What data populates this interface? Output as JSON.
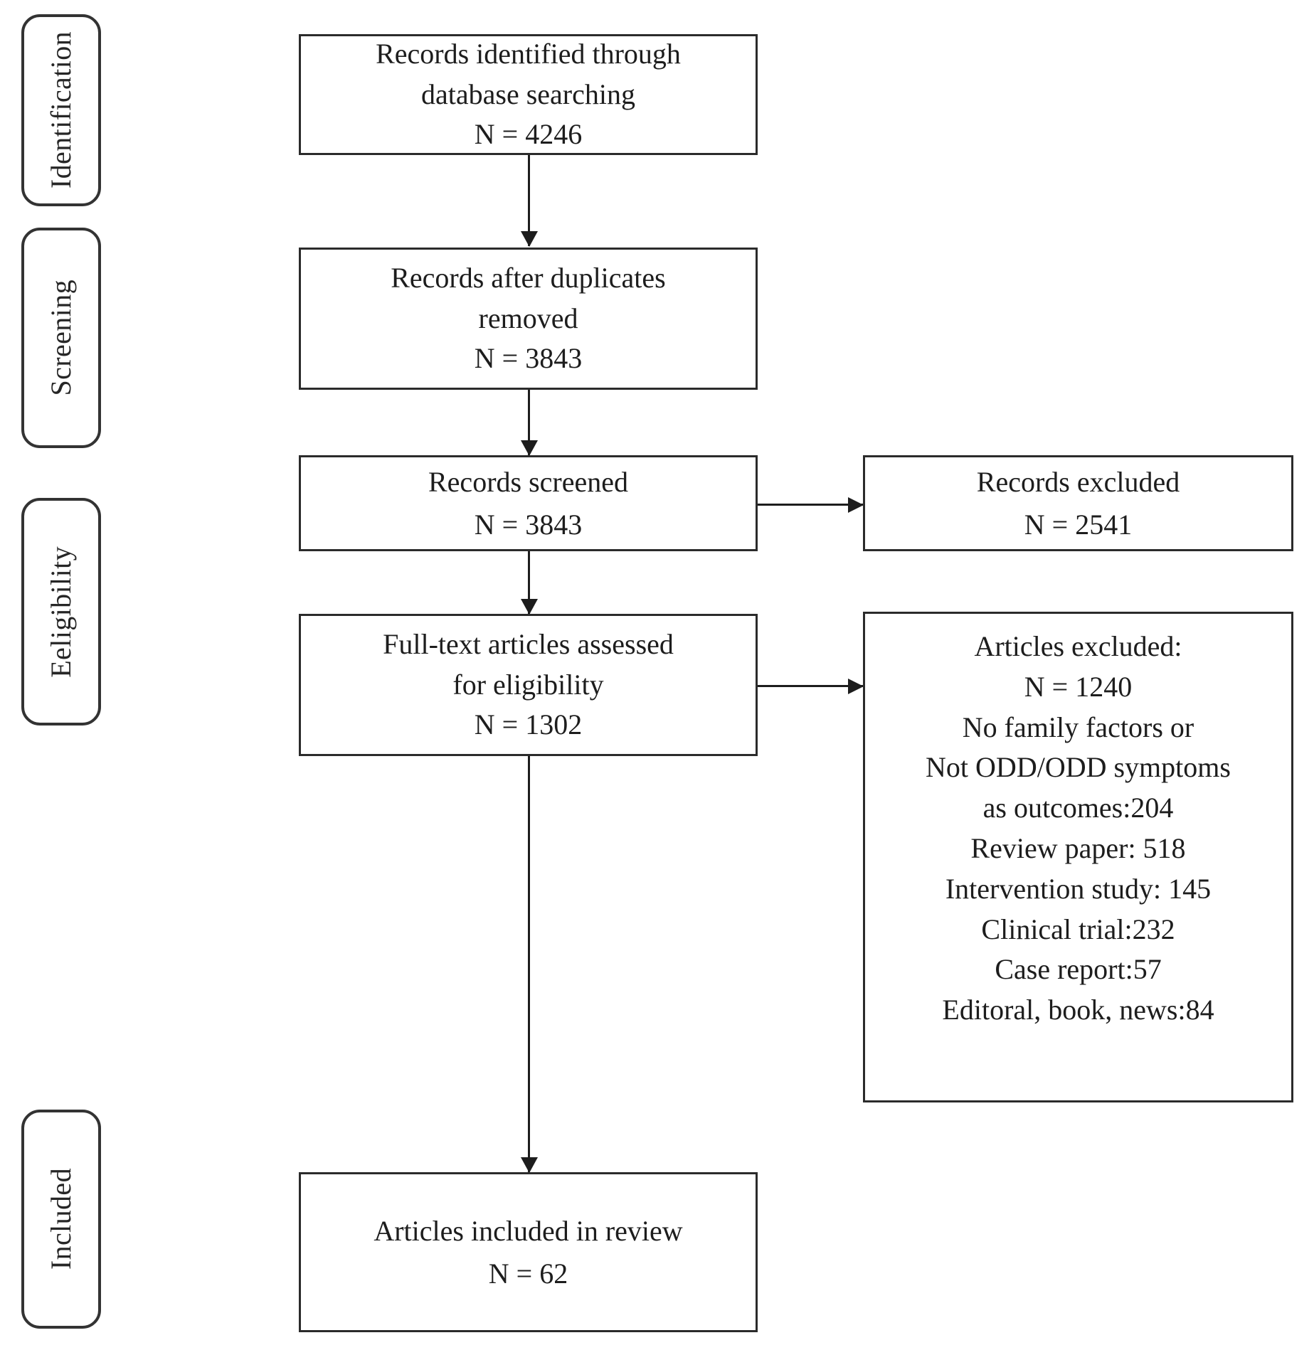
{
  "diagram": {
    "type": "prisma-flow-diagram",
    "stages": [
      {
        "label": "Identification"
      },
      {
        "label": "Screening"
      },
      {
        "label": "Eeligibility"
      },
      {
        "label": "Included"
      }
    ],
    "main_boxes": [
      {
        "name": "records-identified",
        "lines": [
          "Records identified through",
          "database searching",
          "N = 4246"
        ]
      },
      {
        "name": "records-after-duplicates",
        "lines": [
          "Records after duplicates",
          "removed",
          "N = 3843"
        ]
      },
      {
        "name": "records-screened",
        "lines": [
          "Records screened",
          "N = 3843"
        ]
      },
      {
        "name": "full-text-assessed",
        "lines": [
          "Full-text articles assessed",
          "for eligibility",
          "N = 1302"
        ]
      },
      {
        "name": "articles-included",
        "lines": [
          "Articles included in review",
          "N = 62"
        ]
      }
    ],
    "side_boxes": [
      {
        "name": "records-excluded",
        "lines": [
          "Records excluded",
          "N = 2541"
        ]
      },
      {
        "name": "articles-excluded",
        "lines": [
          "Articles excluded:",
          "N = 1240",
          "No family factors or",
          "Not ODD/ODD symptoms",
          "as outcomes:204",
          "Review paper: 518",
          "Intervention study: 145",
          "Clinical trial:232",
          "Case report:57",
          "Editoral, book, news:84"
        ]
      }
    ],
    "colors": {
      "stroke": "#2b2b2b",
      "text": "#1d1d1d",
      "background": "#ffffff"
    }
  }
}
